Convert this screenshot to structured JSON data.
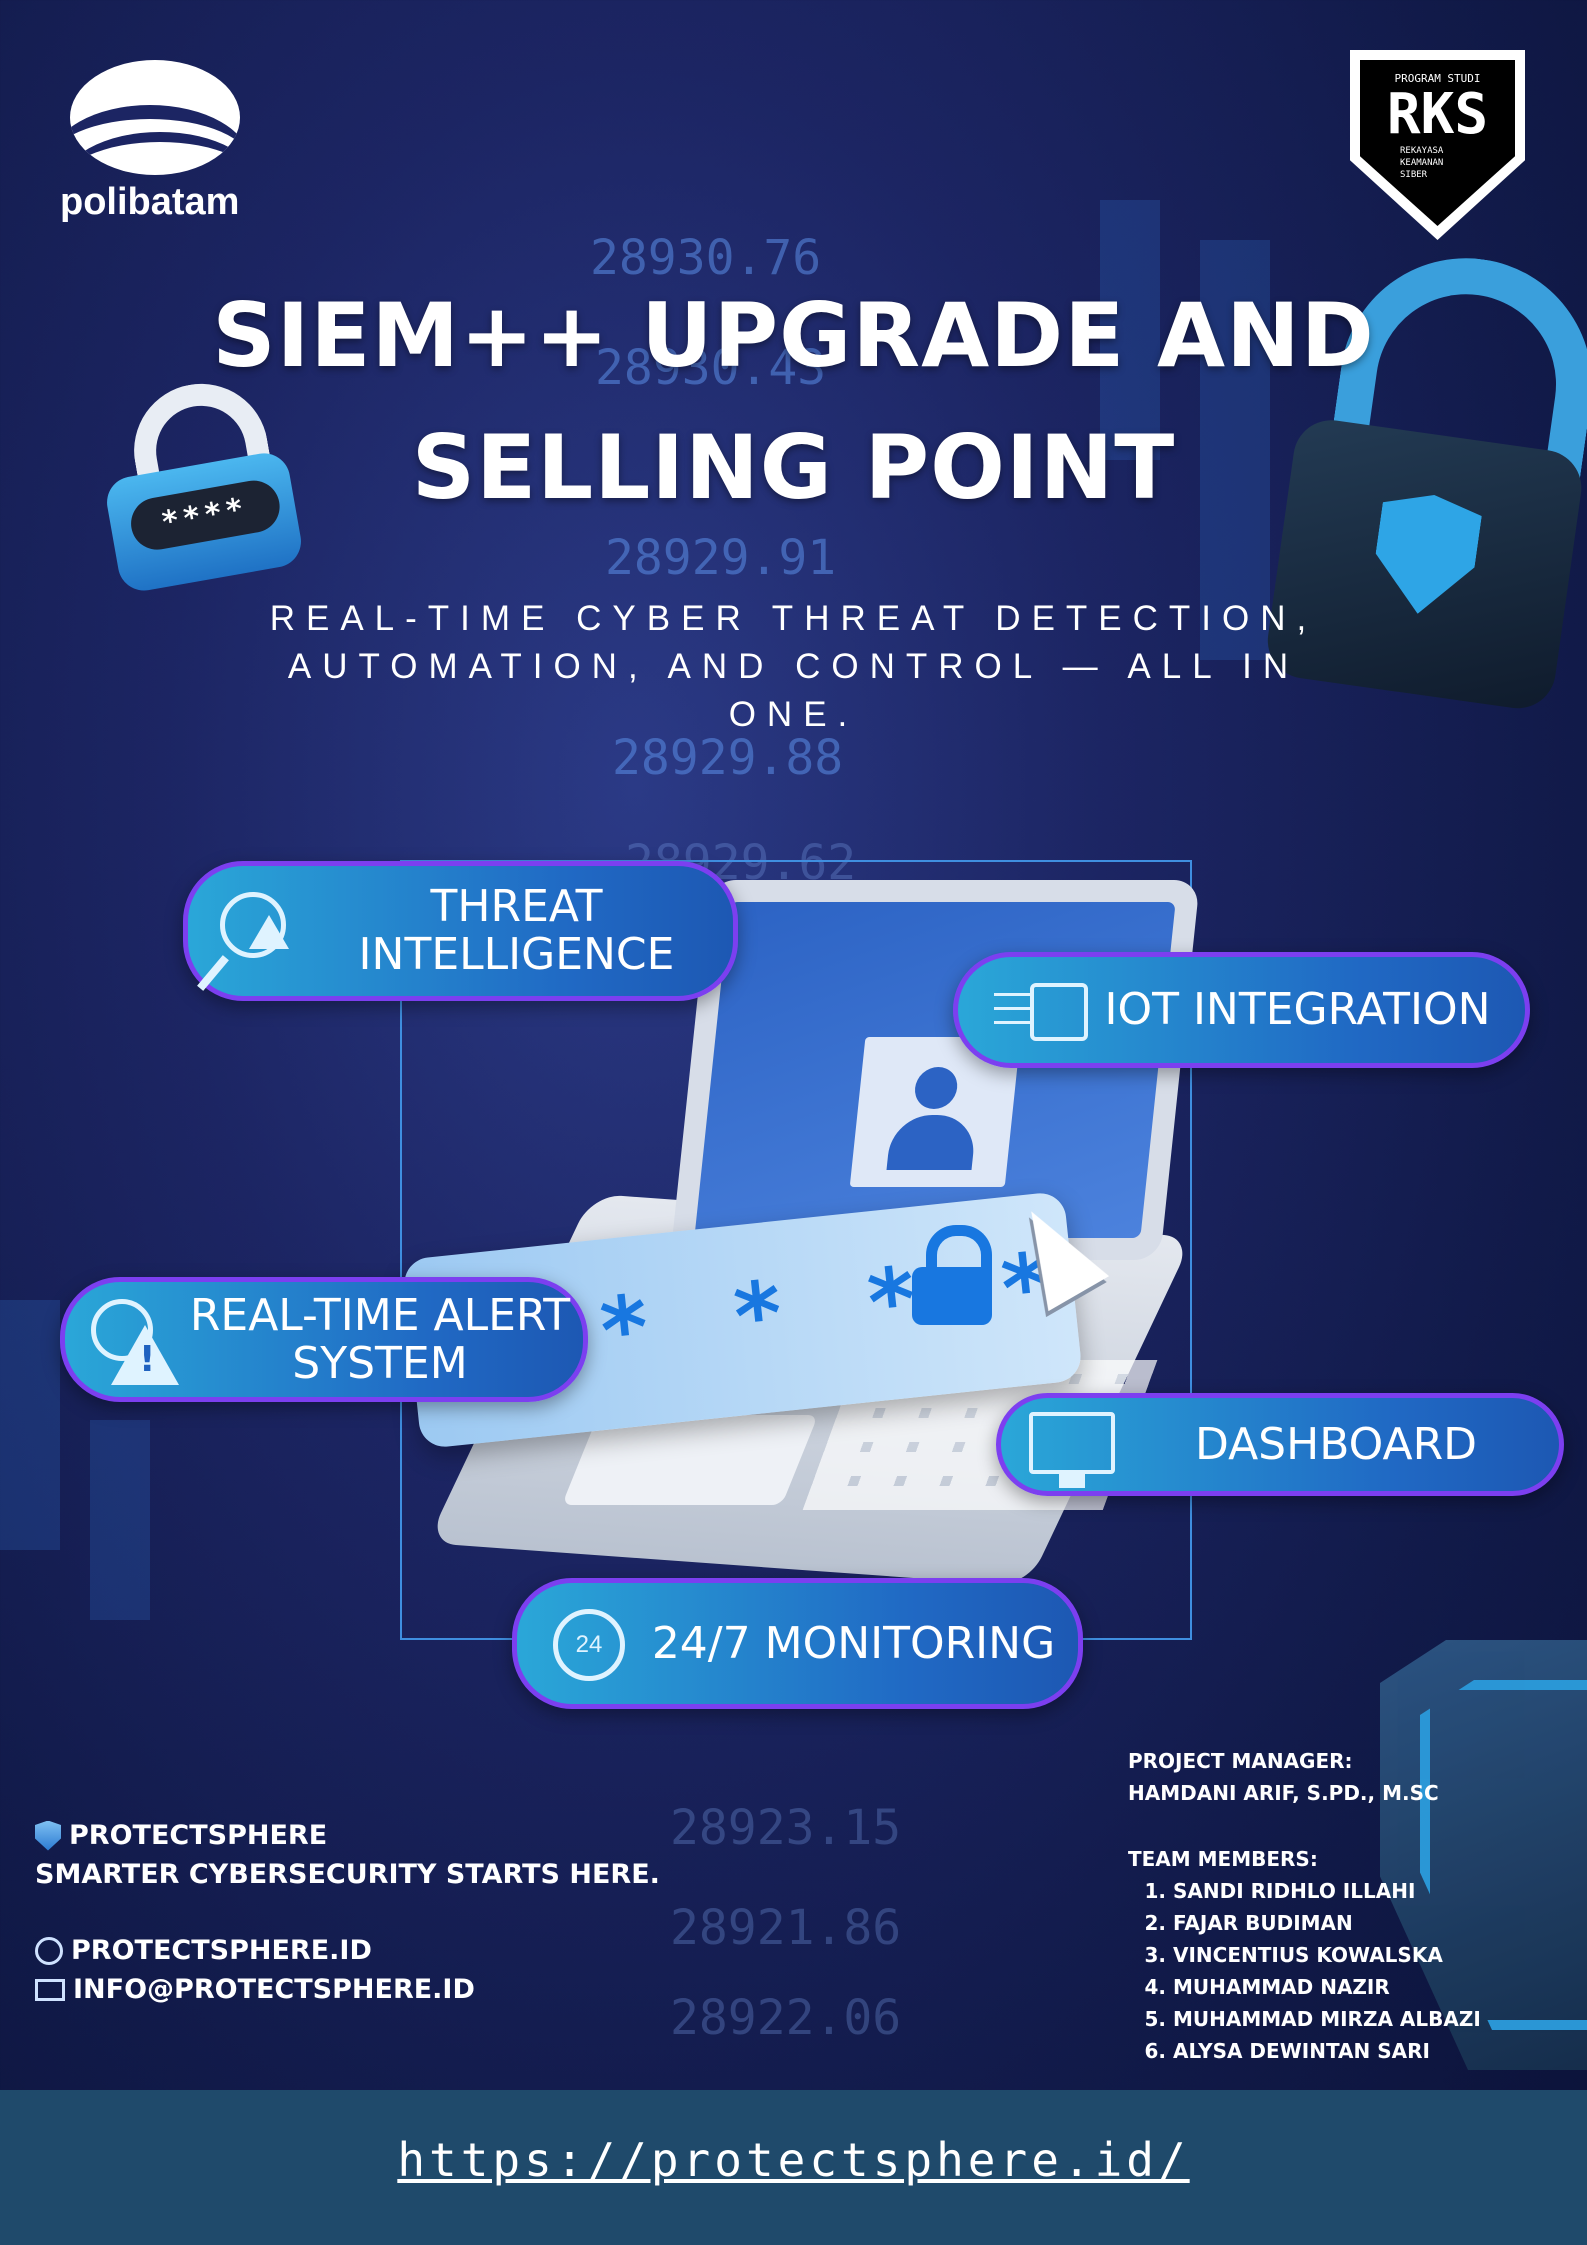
{
  "logos": {
    "left_text": "polibatam",
    "right_top": "PROGRAM STUDI",
    "right_big": "RKS",
    "right_sub": [
      "REKAYASA",
      "KEAMANAN",
      "SIBER"
    ]
  },
  "background_numbers": [
    "28930.76",
    "28930.43",
    "28929.91",
    "28929.88",
    "28929.62",
    "28923.15",
    "28921.86",
    "28922.06"
  ],
  "title": [
    "SIEM++ UPGRADE AND",
    "SELLING POINT"
  ],
  "subtitle": "REAL-TIME CYBER THREAT DETECTION, AUTOMATION, AND CONTROL — ALL IN ONE.",
  "password_stars": "* * * *",
  "lock_left_text": "****",
  "features": {
    "threat": "THREAT INTELLIGENCE",
    "iot": "IOT INTEGRATION",
    "alert": "REAL-TIME ALERT SYSTEM",
    "dashboard": "DASHBOARD",
    "monitoring": "24/7 MONITORING",
    "monitoring_icon": "24"
  },
  "brand": {
    "name": "PROTECTSPHERE",
    "tagline": "SMARTER CYBERSECURITY STARTS HERE.",
    "site": "PROTECTSPHERE.ID",
    "email": "INFO@PROTECTSPHERE.ID"
  },
  "team": {
    "pm_label": "PROJECT MANAGER:",
    "pm_name": "HAMDANI ARIF, S.PD., M.SC",
    "members_label": "TEAM MEMBERS:",
    "members": [
      "SANDI RIDHLO ILLAHI",
      "FAJAR BUDIMAN",
      "VINCENTIUS KOWALSKA",
      "MUHAMMAD NAZIR",
      "MUHAMMAD MIRZA ALBAZI",
      "ALYSA DEWINTAN SARI"
    ]
  },
  "footer_url": "https://protectsphere.id/",
  "colors": {
    "pill_border": "#7c3ff0",
    "accent_blue": "#1877e0",
    "footer_bg": "#1f4a6b"
  }
}
